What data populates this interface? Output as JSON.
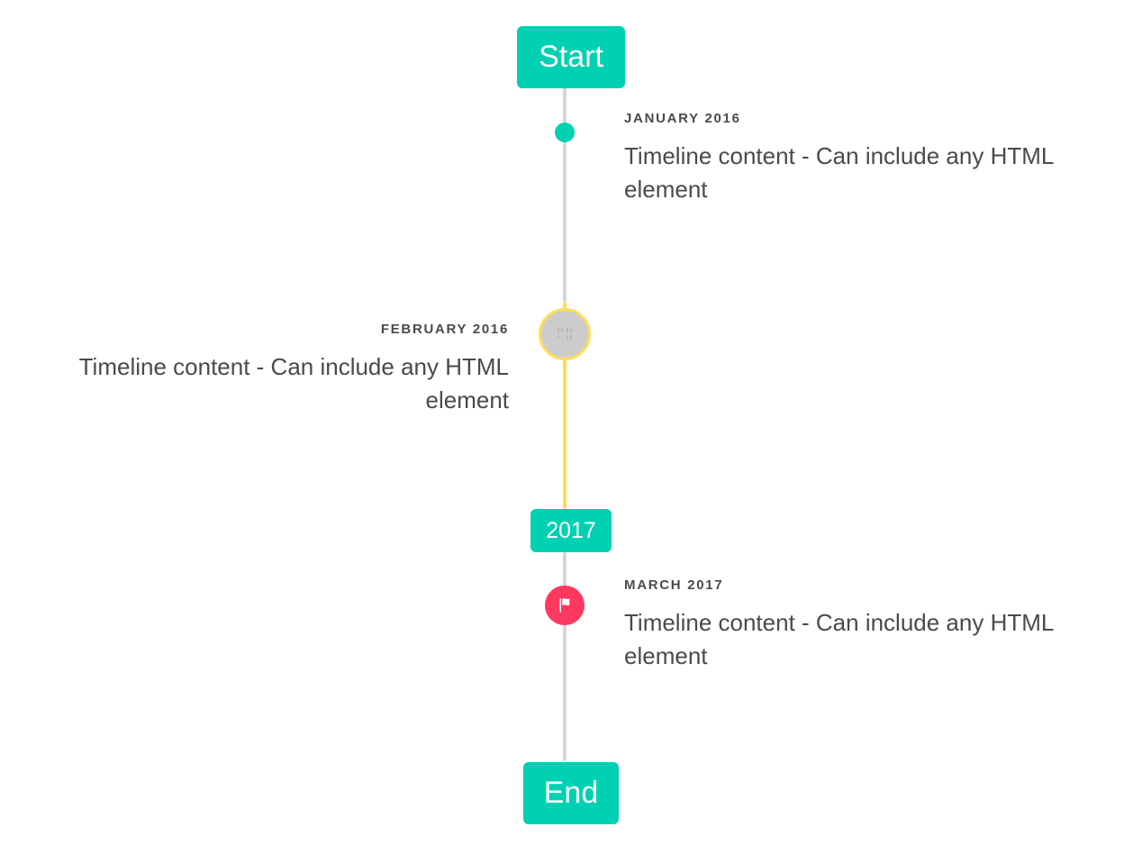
{
  "timeline": {
    "header": {
      "label": "Start"
    },
    "footer": {
      "label": "End"
    },
    "divider": {
      "label": "2017"
    },
    "colors": {
      "primary": "#00d1b2",
      "warning": "#ffdd57",
      "danger": "#ff3860",
      "rail": "#d6d6d6",
      "text": "#4a4a4a",
      "marker_image_fill": "#cccccc"
    },
    "items": [
      {
        "heading": "JANUARY 2016",
        "body": "Timeline content - Can include any HTML element",
        "side": "right",
        "marker": "dot",
        "marker_color": "#00d1b2",
        "rail_color": "#d6d6d6"
      },
      {
        "heading": "FEBRUARY 2016",
        "body": "Timeline content - Can include any HTML element",
        "side": "left",
        "marker": "image-placeholder",
        "marker_color": "#ffdd57",
        "rail_color": "#ffdd57"
      },
      {
        "heading": "MARCH 2017",
        "body": "Timeline content - Can include any HTML element",
        "side": "right",
        "marker": "flag-icon",
        "marker_color": "#ff3860",
        "rail_color": "#d6d6d6"
      }
    ]
  }
}
